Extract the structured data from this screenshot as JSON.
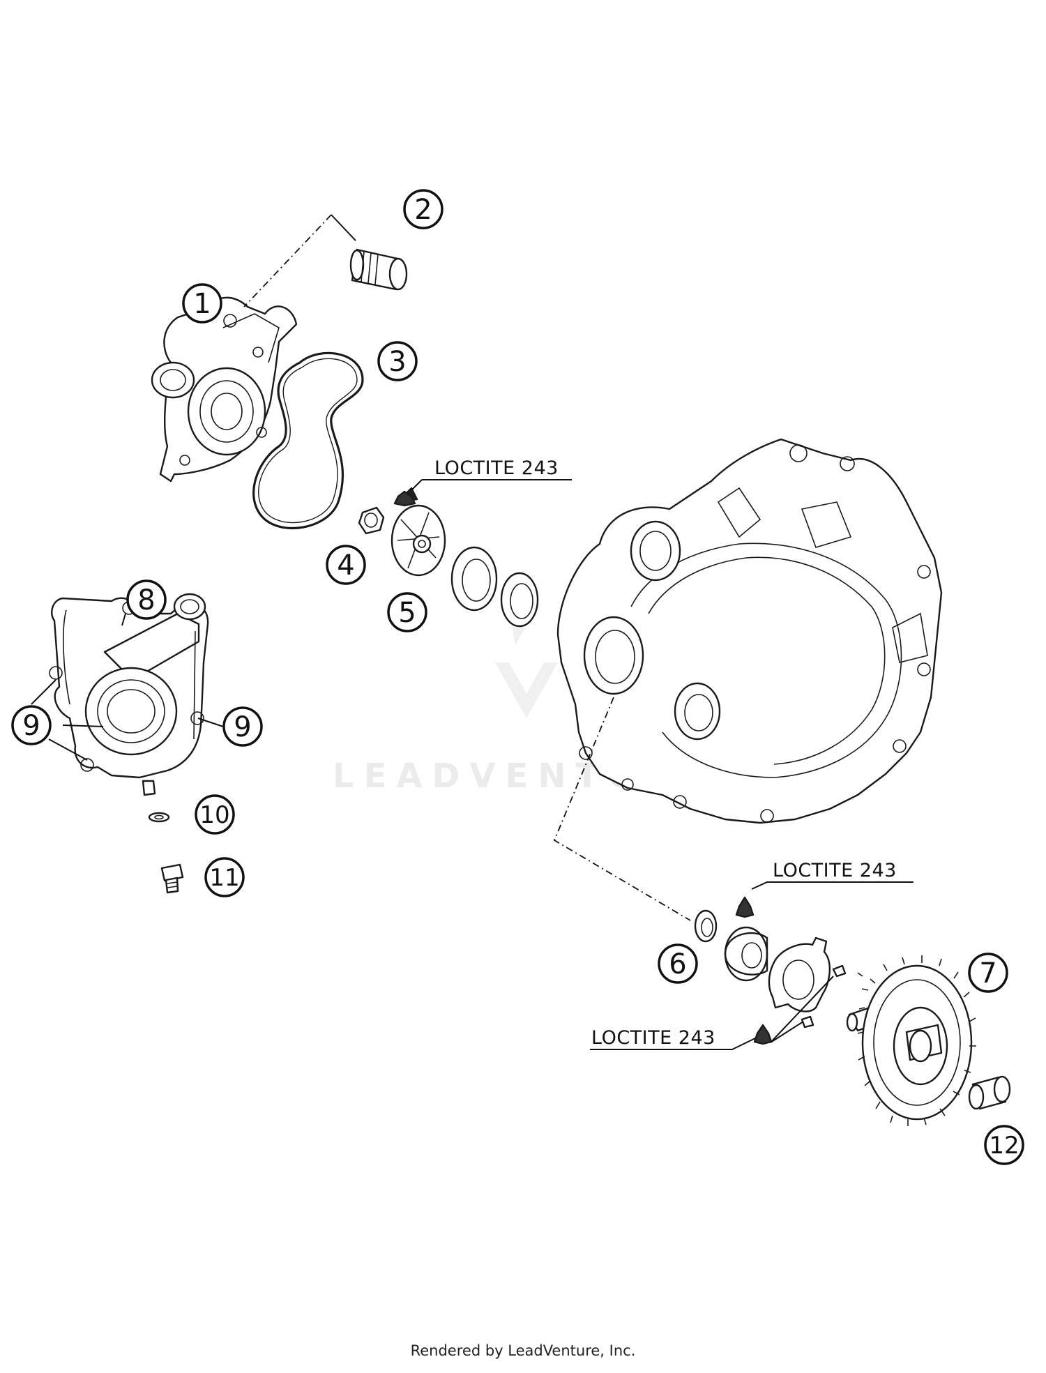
{
  "callouts": {
    "c1": "1",
    "c2": "2",
    "c3": "3",
    "c4": "4",
    "c5": "5",
    "c6": "6",
    "c7": "7",
    "c8": "8",
    "c9a": "9",
    "c9b": "9",
    "c10": "10",
    "c11": "11",
    "c12": "12"
  },
  "notes": {
    "loctite_upper": "LOCTITE 243",
    "loctite_right": "LOCTITE 243",
    "loctite_lower": "LOCTITE 243"
  },
  "watermark": "LEADVENTURE",
  "footer": "Rendered by LeadVenture, Inc."
}
